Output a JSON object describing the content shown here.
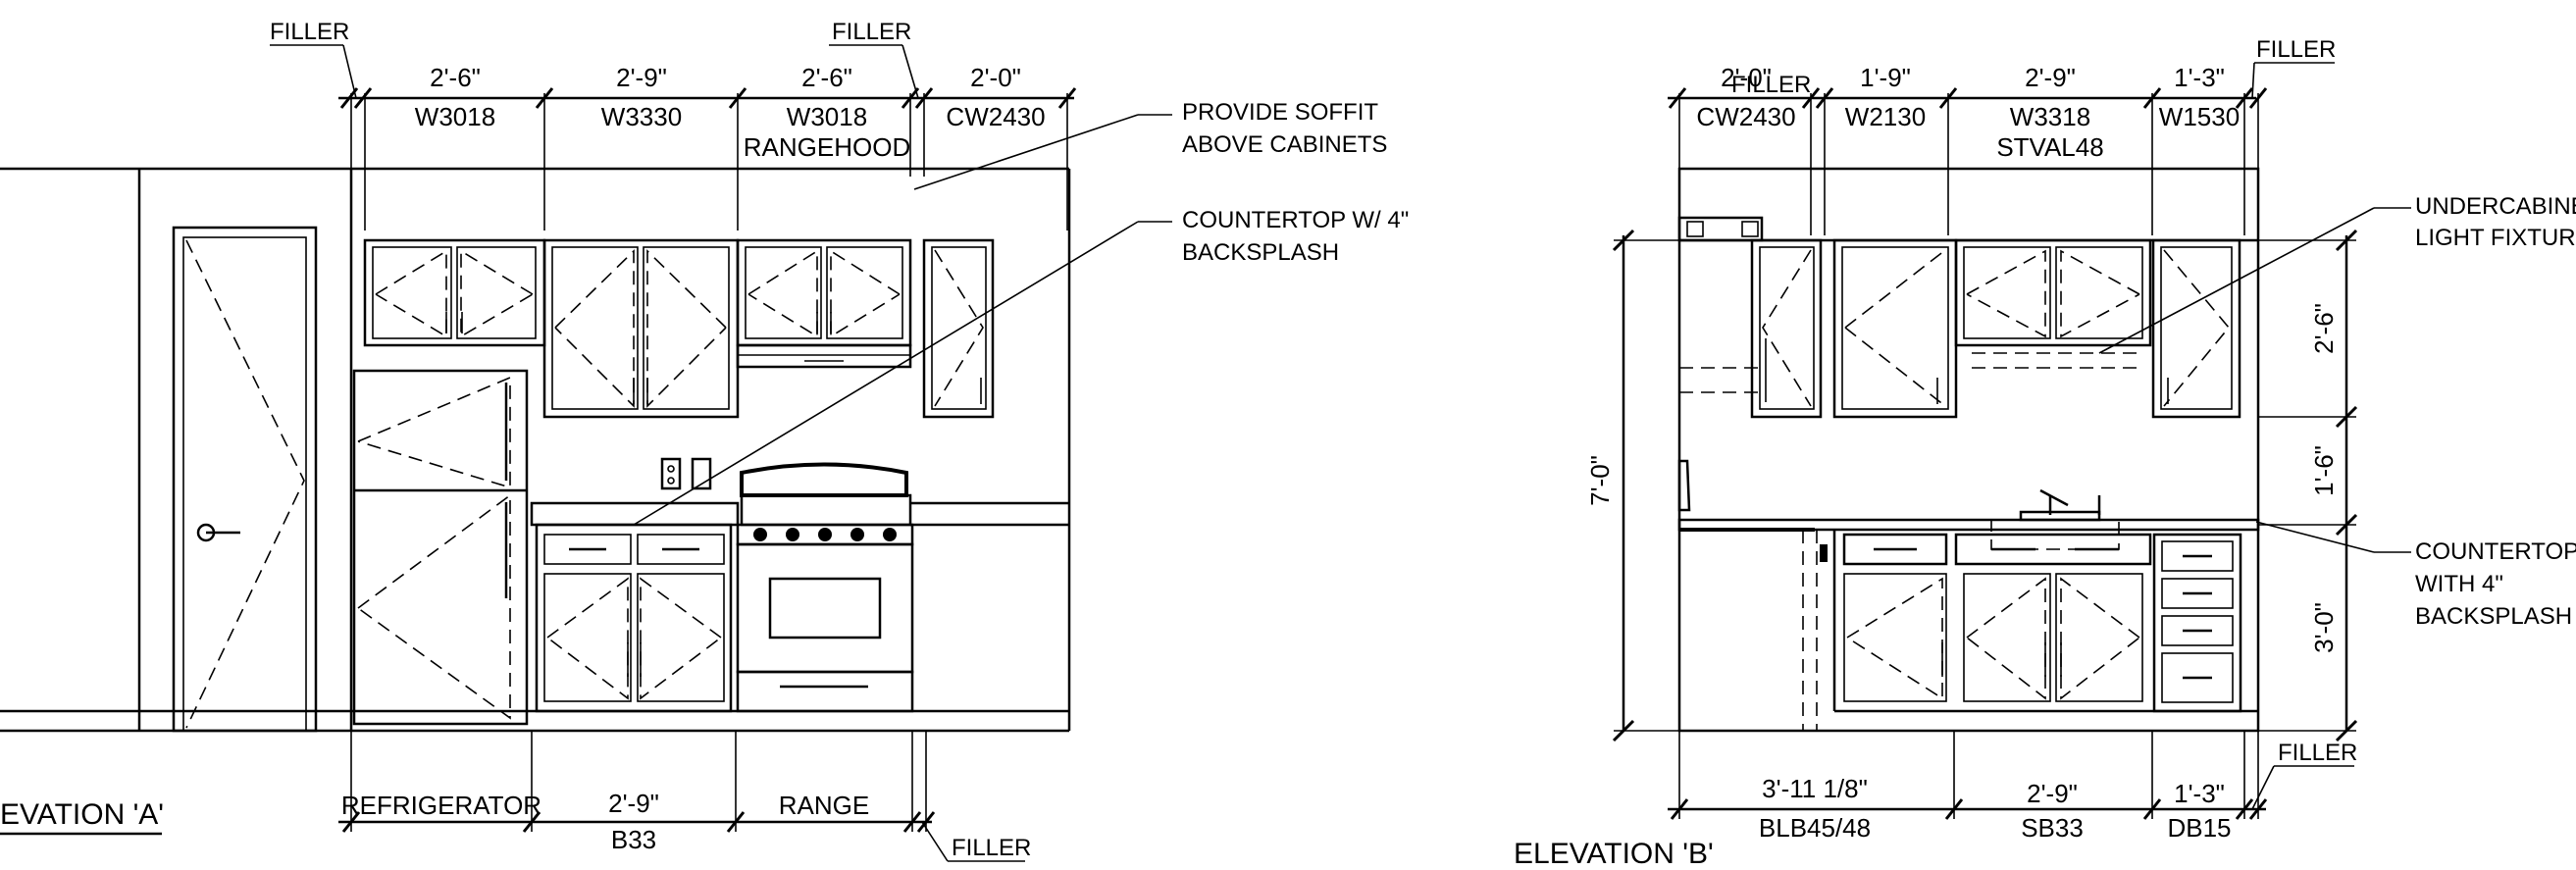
{
  "elevation_a": {
    "title": "EVATION 'A'",
    "filler_left": "FILLER",
    "filler_right": "FILLER",
    "filler_bottom": "FILLER",
    "upper": [
      {
        "dim": "2'-6\"",
        "code": "W3018",
        "sub": ""
      },
      {
        "dim": "2'-9\"",
        "code": "W3330",
        "sub": ""
      },
      {
        "dim": "2'-6\"",
        "code": "W3018",
        "sub": "RANGEHOOD"
      },
      {
        "dim": "2'-0\"",
        "code": "CW2430",
        "sub": ""
      }
    ],
    "note_soffit": [
      "PROVIDE SOFFIT",
      "ABOVE CABINETS"
    ],
    "note_counter": [
      "COUNTERTOP W/ 4\"",
      "BACKSPLASH"
    ],
    "bottom": {
      "refrigerator": "REFRIGERATOR",
      "base_dim": "2'-9\"",
      "base_code": "B33",
      "range": "RANGE"
    }
  },
  "elevation_b": {
    "title": "ELEVATION 'B'",
    "filler_top_left": "FILLER",
    "filler_top_right": "FILLER",
    "filler_bottom": "FILLER",
    "upper": [
      {
        "dim": "2'-0\"",
        "code": "CW2430",
        "sub": ""
      },
      {
        "dim": "1'-9\"",
        "code": "W2130",
        "sub": ""
      },
      {
        "dim": "2'-9\"",
        "code": "W3318",
        "sub": "STVAL48"
      },
      {
        "dim": "1'-3\"",
        "code": "W1530",
        "sub": ""
      }
    ],
    "note_light": [
      "UNDERCABINET",
      "LIGHT FIXTURE"
    ],
    "note_counter": [
      "COUNTERTOP",
      "WITH 4\"",
      "BACKSPLASH"
    ],
    "vertical_dims": {
      "total": "7'-0\"",
      "upper": "2'-6\"",
      "middle": "1'-6\"",
      "lower": "3'-0\""
    },
    "lower": [
      {
        "dim": "3'-11 1/8\"",
        "code": "BLB45/48"
      },
      {
        "dim": "2'-9\"",
        "code": "SB33"
      },
      {
        "dim": "1'-3\"",
        "code": "DB15"
      }
    ]
  }
}
